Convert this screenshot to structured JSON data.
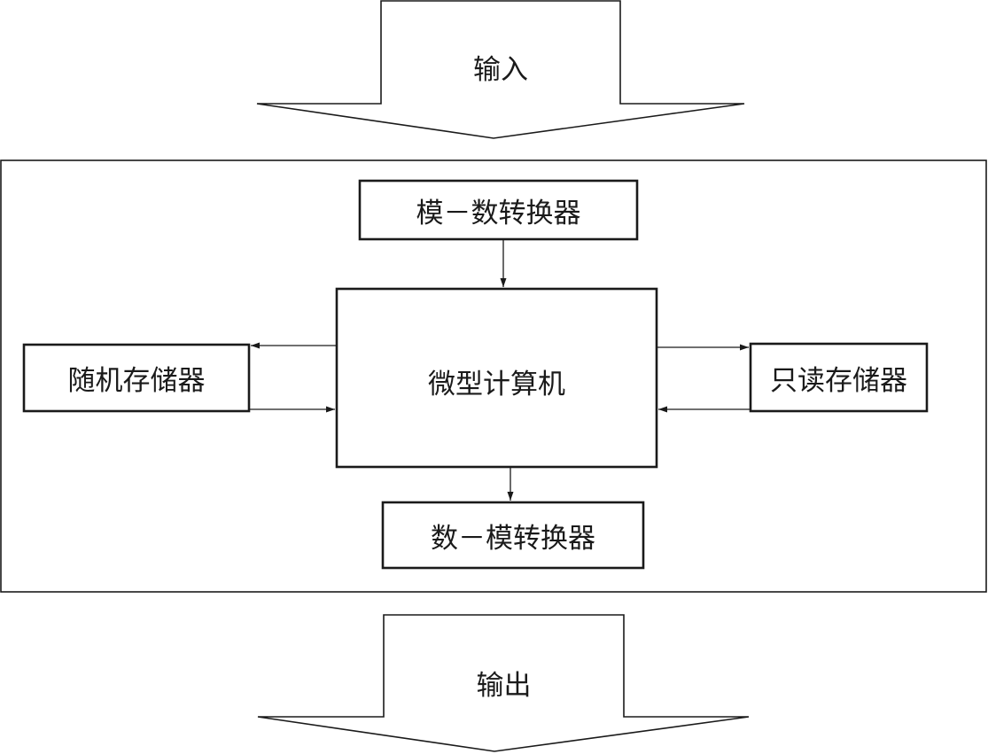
{
  "input": {
    "label": "输入"
  },
  "output": {
    "label": "输出"
  },
  "adc": {
    "label": "模－数转换器"
  },
  "dac": {
    "label": "数－模转换器"
  },
  "cpu": {
    "label": "微型计算机"
  },
  "ram": {
    "label": "随机存储器"
  },
  "rom": {
    "label": "只读存储器"
  }
}
